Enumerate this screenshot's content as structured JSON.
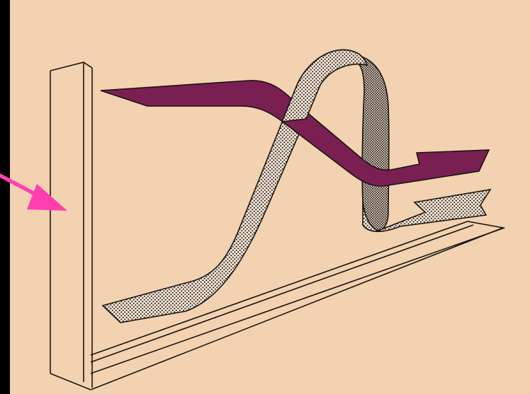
{
  "colors": {
    "page_background": "#000000",
    "illustration_background": "#f2d2b0",
    "line": "#1a1412",
    "purple_ribbon": "#7a1f52",
    "stipple_ribbon_base": "#f4e6d6",
    "stipple_dots": "#2b1f1c",
    "arrow_pointer": "#ff3fb0"
  },
  "illustration": {
    "elements": [
      "axis-wall",
      "axis-floor",
      "purple-ribbon-arrow",
      "stippled-ribbon-arrow",
      "magenta-pointer-arrow"
    ]
  }
}
